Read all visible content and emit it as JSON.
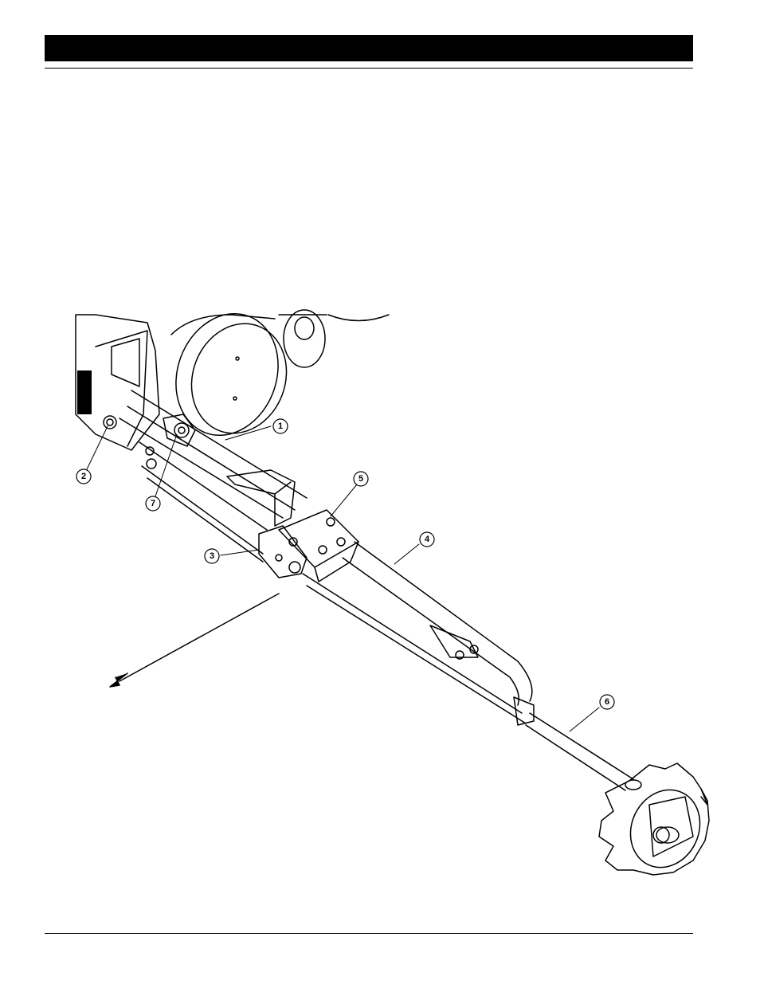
{
  "header": {
    "bar_color": "#000000"
  },
  "figure": {
    "callouts": [
      {
        "label": "1"
      },
      {
        "label": "2"
      },
      {
        "label": "3"
      },
      {
        "label": "4"
      },
      {
        "label": "5"
      },
      {
        "label": "6"
      },
      {
        "label": "7"
      }
    ]
  }
}
